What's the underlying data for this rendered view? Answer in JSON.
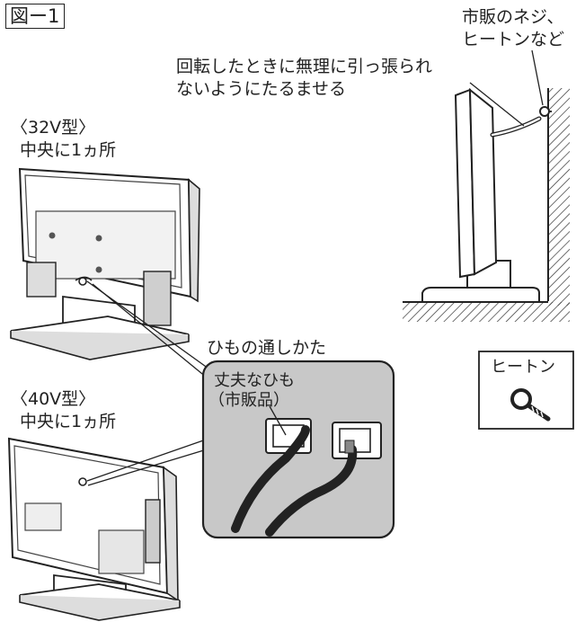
{
  "figure_label": "図ー1",
  "callouts": {
    "screw_line1": "市販のネジ、",
    "screw_line2": "ヒートンなど",
    "slack_line1": "回転したときに無理に引っ張られ",
    "slack_line2": "ないようにたるませる",
    "model32_title": "〈32V型〉",
    "model32_sub": "中央に1ヵ所",
    "model40_title": "〈40V型〉",
    "model40_sub": "中央に1ヵ所",
    "threading_title": "ひもの通しかた",
    "cord_line1": "丈夫なひも",
    "cord_line2": "（市販品）",
    "eyebolt": "ヒートン"
  },
  "colors": {
    "ink": "#222222",
    "panel": "#c8c8c8",
    "tv_gray": "#d6d6d6",
    "tv_dark": "#9a9a9a"
  }
}
